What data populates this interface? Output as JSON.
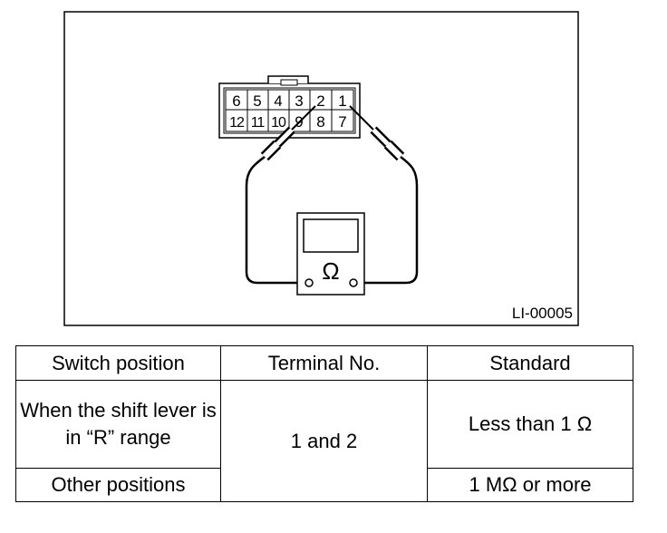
{
  "figure": {
    "figure_id": "LI-00005",
    "meter_symbol": "Ω",
    "connector_top_row": [
      "6",
      "5",
      "4",
      "3",
      "2",
      "1"
    ],
    "connector_bottom_row": [
      "12",
      "11",
      "10",
      "9",
      "8",
      "7"
    ]
  },
  "table": {
    "headers": [
      "Switch position",
      "Terminal No.",
      "Standard"
    ],
    "rows": [
      {
        "position": "When the shift lever is in “R” range",
        "terminal": "1 and 2",
        "standard": "Less than 1 Ω"
      },
      {
        "position": "Other positions",
        "standard": "1 MΩ or more"
      }
    ]
  }
}
